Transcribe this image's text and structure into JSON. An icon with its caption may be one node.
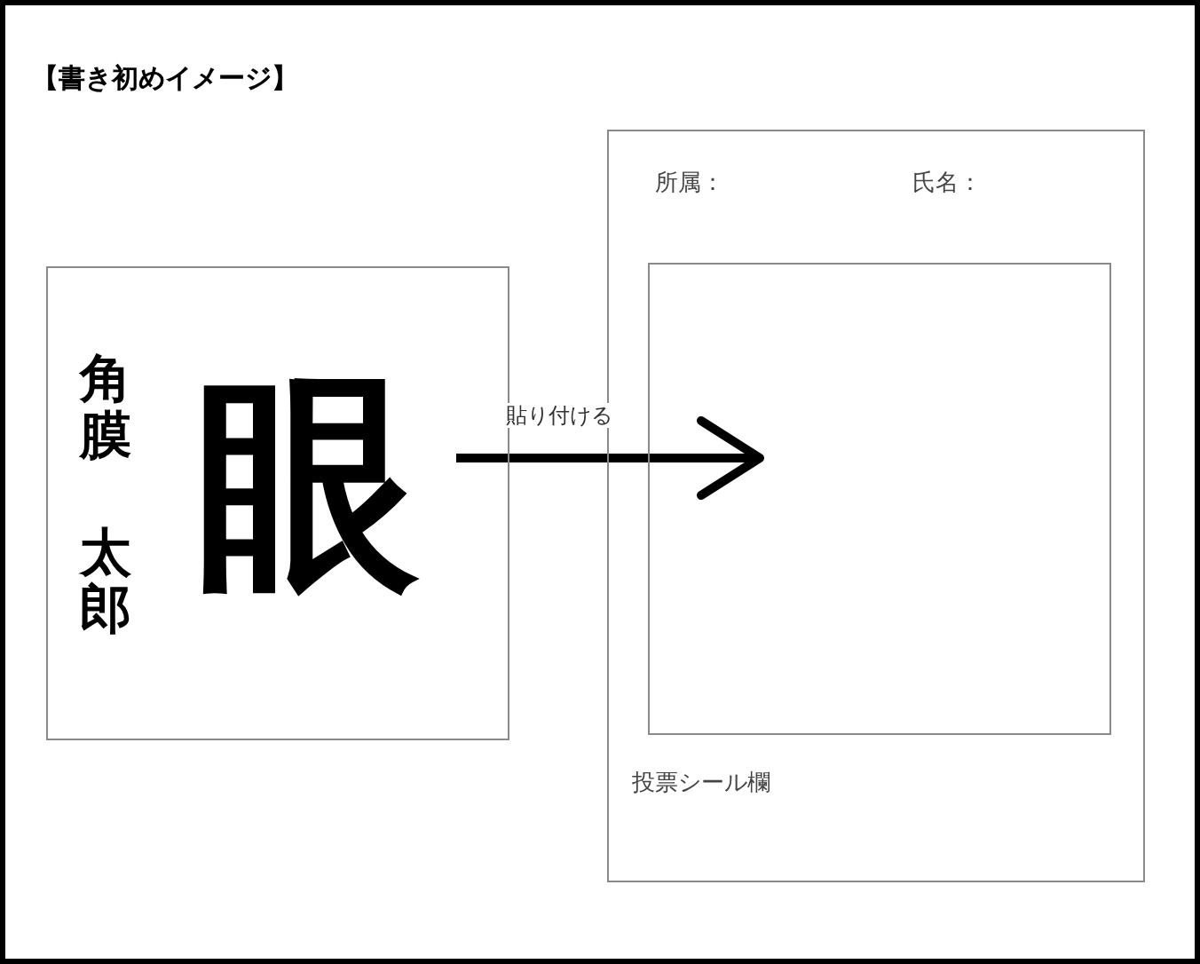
{
  "diagram": {
    "title": "【書き初めイメージ】",
    "nodes": [
      {
        "text": [
          "角膜",
          "太郎"
        ]
      },
      {
        "text": [
          "眼"
        ],
        "in": 0
      },
      {
        "text": [
          "所属：",
          "氏名：",
          "投票シール欄"
        ]
      },
      {
        "text": [],
        "shape": "box",
        "in": 2
      }
    ],
    "edges": [
      {
        "from": 1,
        "to": 3,
        "arrow": "to",
        "label": "貼り付ける"
      }
    ]
  }
}
